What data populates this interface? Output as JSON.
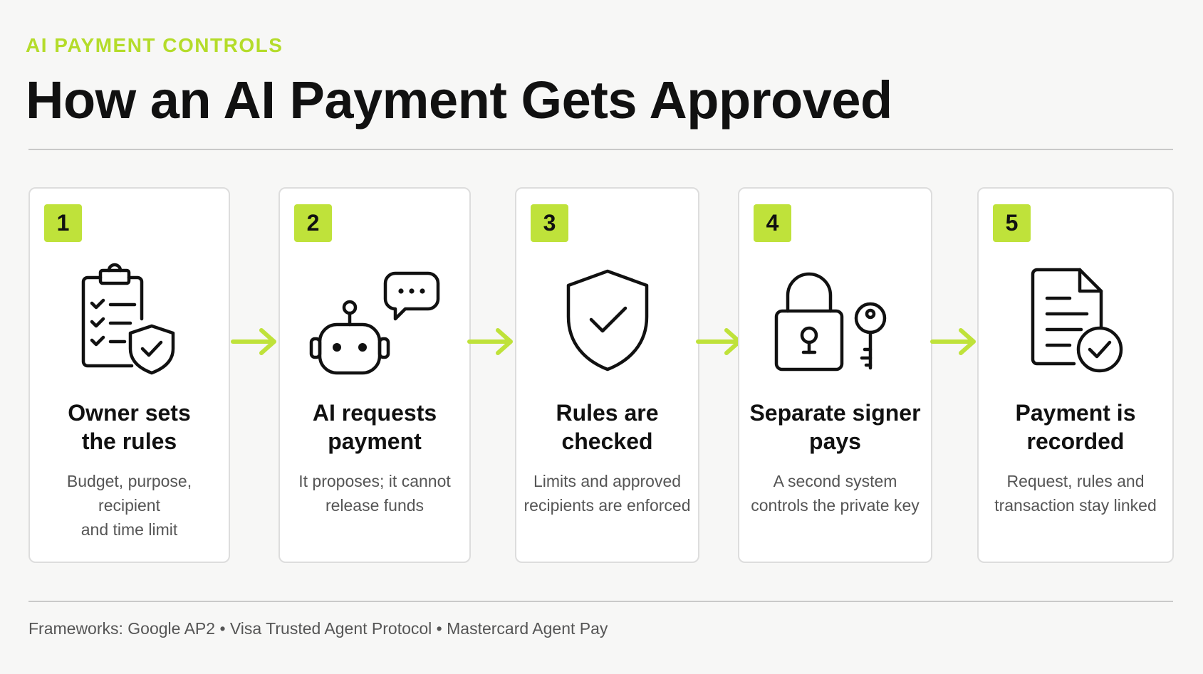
{
  "header": {
    "eyebrow": "AI PAYMENT CONTROLS",
    "title": "How an AI Payment Gets Approved"
  },
  "accent_color": "#bfe23a",
  "steps": [
    {
      "number": "1",
      "icon": "clipboard-checklist-shield-icon",
      "title_line1": "Owner sets",
      "title_line2": "the rules",
      "desc_line1": "Budget, purpose, recipient",
      "desc_line2": "and time limit"
    },
    {
      "number": "2",
      "icon": "robot-speech-bubble-icon",
      "title_line1": "AI requests",
      "title_line2": "payment",
      "desc_line1": "It proposes; it cannot",
      "desc_line2": "release funds"
    },
    {
      "number": "3",
      "icon": "shield-check-icon",
      "title_line1": "Rules are",
      "title_line2": "checked",
      "desc_line1": "Limits and approved",
      "desc_line2": "recipients are enforced"
    },
    {
      "number": "4",
      "icon": "padlock-key-icon",
      "title_line1": "Separate signer",
      "title_line2": "pays",
      "desc_line1": "A second system",
      "desc_line2": "controls the private key"
    },
    {
      "number": "5",
      "icon": "document-check-icon",
      "title_line1": "Payment is",
      "title_line2": "recorded",
      "desc_line1": "Request, rules and",
      "desc_line2": "transaction stay linked"
    }
  ],
  "footer": {
    "text": "Frameworks: Google AP2 • Visa Trusted Agent Protocol • Mastercard Agent Pay"
  }
}
